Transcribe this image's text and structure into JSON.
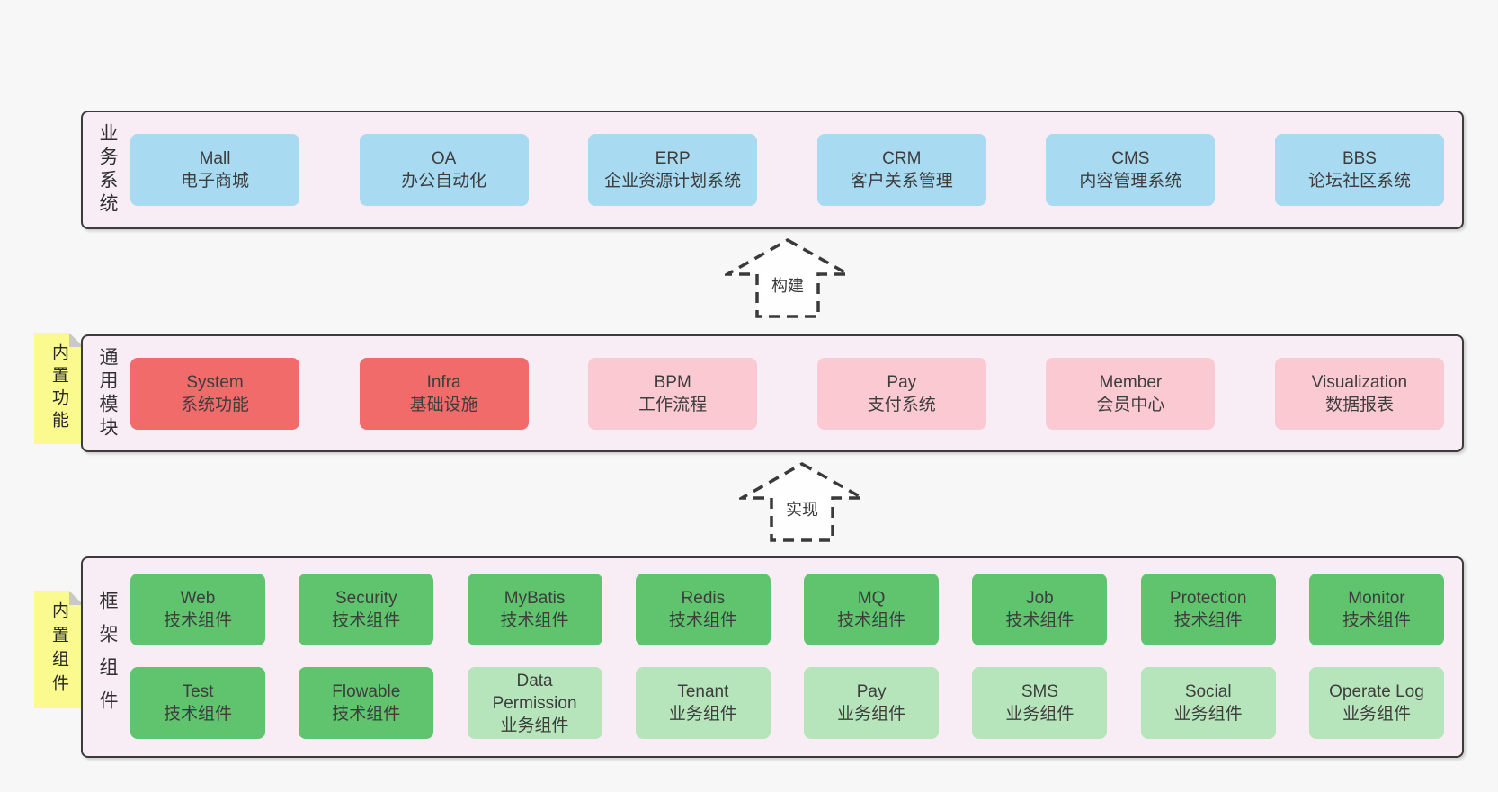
{
  "diagram": {
    "background_color": "#f7f7f7",
    "band_fill": "#f8ecf5",
    "band_border": "#3b3b3b",
    "sticky_fill": "#fafa8e",
    "arrow_color": "#3a3a3a",
    "variant_colors": {
      "blue": "#a8daf2",
      "red": "#f16b6b",
      "pink": "#fac9d1",
      "green": "#60c46f",
      "lightgreen": "#b7e5bb"
    }
  },
  "bands": {
    "business": {
      "label": "业务系统",
      "boxes": [
        {
          "name": "Mall",
          "desc": "电子商城"
        },
        {
          "name": "OA",
          "desc": "办公自动化"
        },
        {
          "name": "ERP",
          "desc": "企业资源计划系统"
        },
        {
          "name": "CRM",
          "desc": "客户关系管理"
        },
        {
          "name": "CMS",
          "desc": "内容管理系统"
        },
        {
          "name": "BBS",
          "desc": "论坛社区系统"
        }
      ]
    },
    "modules": {
      "label": "通用模块",
      "sticky": "内置功能",
      "boxes": [
        {
          "name": "System",
          "desc": "系统功能"
        },
        {
          "name": "Infra",
          "desc": "基础设施"
        },
        {
          "name": "BPM",
          "desc": "工作流程"
        },
        {
          "name": "Pay",
          "desc": "支付系统"
        },
        {
          "name": "Member",
          "desc": "会员中心"
        },
        {
          "name": "Visualization",
          "desc": "数据报表"
        }
      ]
    },
    "components": {
      "label": "框架组件",
      "sticky": "内置组件",
      "row1": [
        {
          "name": "Web",
          "desc": "技术组件"
        },
        {
          "name": "Security",
          "desc": "技术组件"
        },
        {
          "name": "MyBatis",
          "desc": "技术组件"
        },
        {
          "name": "Redis",
          "desc": "技术组件"
        },
        {
          "name": "MQ",
          "desc": "技术组件"
        },
        {
          "name": "Job",
          "desc": "技术组件"
        },
        {
          "name": "Protection",
          "desc": "技术组件"
        },
        {
          "name": "Monitor",
          "desc": "技术组件"
        }
      ],
      "row2": [
        {
          "name": "Test",
          "desc": "技术组件"
        },
        {
          "name": "Flowable",
          "desc": "技术组件"
        },
        {
          "name": "Data Permission",
          "desc": "业务组件"
        },
        {
          "name": "Tenant",
          "desc": "业务组件"
        },
        {
          "name": "Pay",
          "desc": "业务组件"
        },
        {
          "name": "SMS",
          "desc": "业务组件"
        },
        {
          "name": "Social",
          "desc": "业务组件"
        },
        {
          "name": "Operate Log",
          "desc": "业务组件"
        }
      ]
    }
  },
  "arrows": {
    "build": {
      "label": "构建"
    },
    "implement": {
      "label": "实现"
    }
  }
}
